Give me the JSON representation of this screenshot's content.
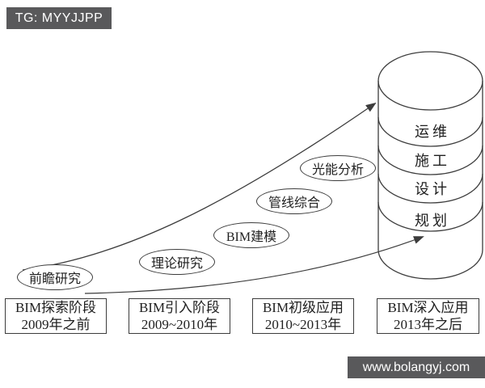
{
  "watermarks": {
    "tg_badge": "TG: MYYJJPP",
    "site_badge": "www.bolangyj.com"
  },
  "diagram": {
    "milestones": [
      {
        "label": "前瞻研究"
      },
      {
        "label": "理论研究"
      },
      {
        "label": "BIM建模"
      },
      {
        "label": "管线综合"
      },
      {
        "label": "光能分析"
      }
    ],
    "cylinder_layers": [
      {
        "label": "运维"
      },
      {
        "label": "施工"
      },
      {
        "label": "设计"
      },
      {
        "label": "规划"
      }
    ],
    "stages": [
      {
        "name": "BIM探索阶段",
        "period": "2009年之前"
      },
      {
        "name": "BIM引入阶段",
        "period": "2009~2010年"
      },
      {
        "name": "BIM初级应用",
        "period": "2010~2013年"
      },
      {
        "name": "BIM深入应用",
        "period": "2013年之后"
      }
    ]
  },
  "colors": {
    "badge_bg": "#59595b",
    "line": "#3c3c3c",
    "text": "#1f1f1f"
  }
}
